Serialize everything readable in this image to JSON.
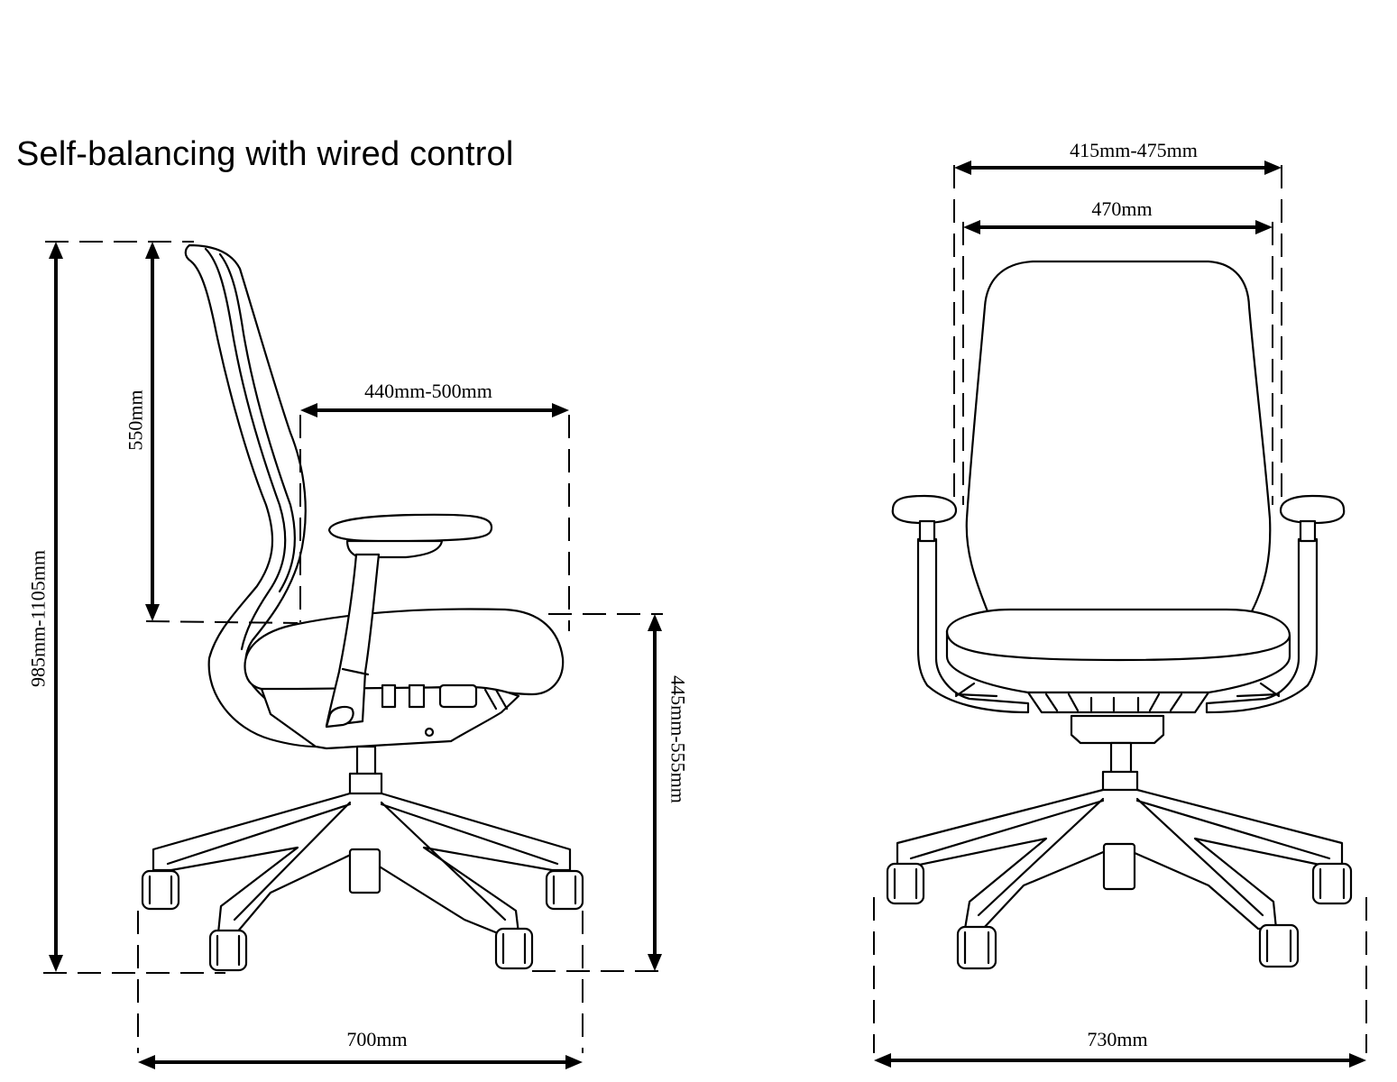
{
  "title": "Self-balancing with wired control",
  "side_view": {
    "overall_height": "985mm-1105mm",
    "backrest_height": "550mm",
    "seat_depth": "440mm-500mm",
    "seat_height": "445mm-555mm",
    "base_depth": "700mm"
  },
  "front_view": {
    "overall_width": "415mm-475mm",
    "seat_width": "470mm",
    "base_width": "730mm"
  },
  "colors": {
    "line": "#000000",
    "background": "#ffffff"
  }
}
